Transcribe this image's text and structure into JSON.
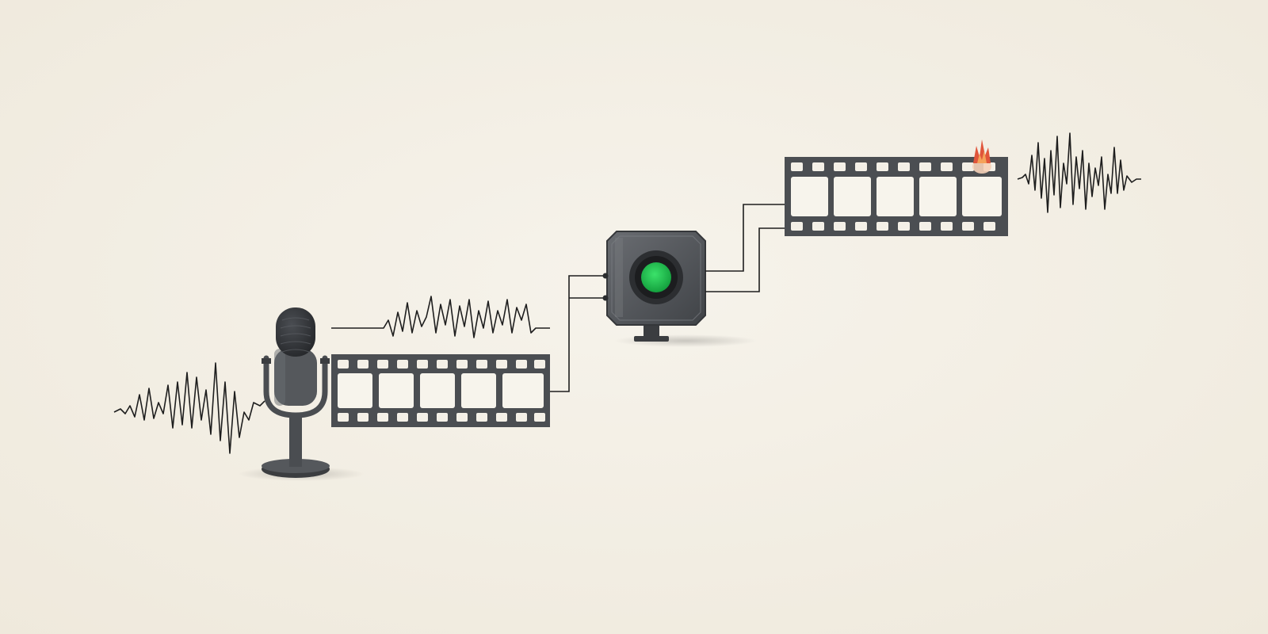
{
  "diagram": {
    "nodes": [
      {
        "id": "microphone",
        "icon": "microphone-icon"
      },
      {
        "id": "film-strip-input",
        "icon": "film-strip-icon",
        "frames": 5
      },
      {
        "id": "processor",
        "icon": "processor-box-icon",
        "status_light_color": "#1fb84f"
      },
      {
        "id": "film-strip-output",
        "icon": "film-strip-icon",
        "frames": 5,
        "damage": "flame-icon"
      }
    ],
    "waveforms": [
      {
        "id": "input-waveform"
      },
      {
        "id": "mic-output-waveform"
      },
      {
        "id": "final-output-waveform"
      }
    ],
    "colors": {
      "background": "#f4f0e7",
      "device": "#55585c",
      "device_dark": "#3b3d40",
      "line": "#1e1e1e",
      "status_light": "#1fb84f",
      "flame": "#e0553b"
    }
  }
}
